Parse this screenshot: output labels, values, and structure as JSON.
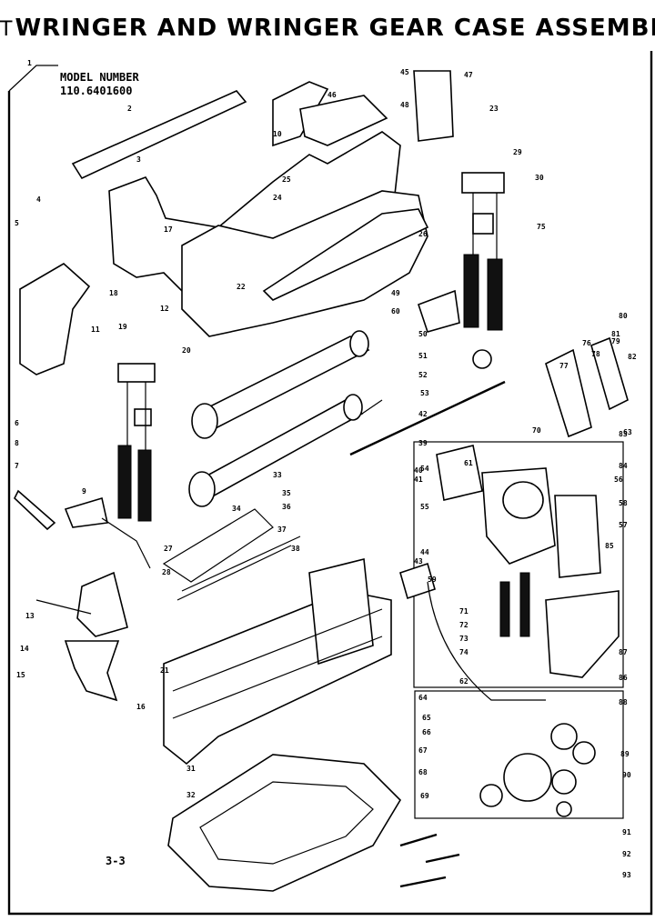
{
  "title": "WRINGER AND WRINGER GEAR CASE ASSEMBLY",
  "model_label": "MODEL NUMBER",
  "model_number": "110.6401600",
  "page_code": "3-3",
  "callouts": [
    "1",
    "2",
    "3",
    "4",
    "5",
    "6",
    "7",
    "8",
    "9",
    "10",
    "11",
    "12",
    "13",
    "14",
    "15",
    "16",
    "17",
    "18",
    "19",
    "20",
    "21",
    "22",
    "23",
    "24",
    "25",
    "26",
    "27",
    "28",
    "29",
    "30",
    "31",
    "32",
    "33",
    "34",
    "35",
    "36",
    "37",
    "38",
    "39",
    "40",
    "41",
    "42",
    "43",
    "44",
    "45",
    "46",
    "47",
    "48",
    "49",
    "50",
    "51",
    "52",
    "53",
    "54",
    "55",
    "56",
    "57",
    "58",
    "59",
    "60",
    "61",
    "62",
    "63",
    "64",
    "65",
    "66",
    "67",
    "68",
    "69",
    "70",
    "71",
    "72",
    "73",
    "74",
    "75",
    "76",
    "77",
    "78",
    "79",
    "80",
    "81",
    "82",
    "83",
    "84",
    "85",
    "86",
    "87",
    "88",
    "89",
    "90",
    "91",
    "92",
    "93"
  ]
}
